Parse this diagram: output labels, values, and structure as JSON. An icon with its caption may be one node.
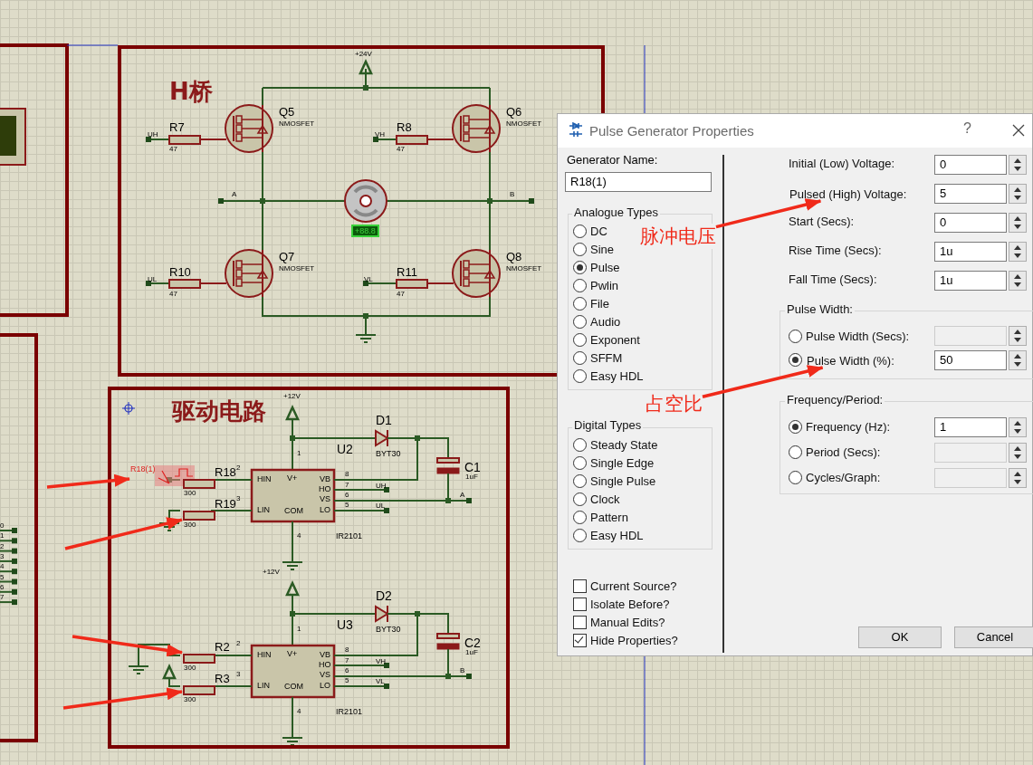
{
  "diagram": {
    "nodes": [
      {
        "text": [
          "H桥"
        ]
      },
      {
        "text": [
          "驱动电路"
        ]
      },
      {
        "text": [
          "Pulse Generator Properties"
        ]
      },
      {
        "text": [
          "R18(1)"
        ],
        "in": 1
      },
      {
        "text": [
          "R18",
          "300"
        ],
        "in": 1
      },
      {
        "text": [
          "R19",
          "300"
        ],
        "in": 1
      },
      {
        "text": [
          "R2",
          "300"
        ],
        "in": 1
      },
      {
        "text": [
          "R3",
          "300"
        ],
        "in": 1
      },
      {
        "text": [
          "Pulsed (High) Voltage:"
        ],
        "in": 2
      },
      {
        "text": [
          "Pulse Width (%):"
        ],
        "in": 2
      },
      {
        "text": [
          "脉冲电压"
        ],
        "in": 2
      },
      {
        "text": [
          "占空比"
        ],
        "in": 2
      }
    ],
    "edges": [
      {
        "from": null,
        "to": 3,
        "arrow": "to"
      },
      {
        "from": null,
        "to": 5,
        "arrow": "to"
      },
      {
        "from": null,
        "to": 6,
        "arrow": "to"
      },
      {
        "from": null,
        "to": 7,
        "arrow": "to"
      },
      {
        "from": 10,
        "to": 8,
        "arrow": "to"
      },
      {
        "from": 11,
        "to": 9,
        "arrow": "to"
      }
    ],
    "labels": [
      "+24V",
      "Q5",
      "NMOSFET",
      "R7",
      "UH",
      "47",
      "Q6",
      "NMOSFET",
      "R8",
      "VH",
      "47",
      "A",
      "B",
      "+88.8",
      "Q7",
      "NMOSFET",
      "R10",
      "UL",
      "47",
      "Q8",
      "NMOSFET",
      "R11",
      "VL",
      "47",
      "+12V",
      "D1",
      "1",
      "U2",
      "BYT30",
      "C1",
      "1uF",
      "2",
      "HIN",
      "V+",
      "VB",
      "8",
      "HO",
      "7",
      "UH",
      "3",
      "LIN",
      "COM",
      "VS",
      "6",
      "A",
      "LO",
      "5",
      "UL",
      "4",
      "IR2101",
      "+12V",
      "D2",
      "1",
      "U3",
      "BYT30",
      "C2",
      "1uF",
      "2",
      "HIN",
      "V+",
      "VB",
      "8",
      "HO",
      "7",
      "VH",
      "3",
      "LIN",
      "COM",
      "VS",
      "6",
      "B",
      "LO",
      "5",
      "VL",
      "4",
      "IR2101",
      "0",
      "1",
      "2",
      "3",
      "4",
      "5",
      "6",
      "7",
      "?",
      "Generator Name:",
      "R18(1)",
      "Analogue Types",
      "DC",
      "Sine",
      "Pulse",
      "Pwlin",
      "File",
      "Audio",
      "Exponent",
      "SFFM",
      "Easy HDL",
      "Digital Types",
      "Steady State",
      "Single Edge",
      "Single Pulse",
      "Clock",
      "Pattern",
      "Easy HDL",
      "Current Source?",
      "Isolate Before?",
      "Manual Edits?",
      "Hide Properties?",
      "Initial (Low) Voltage:",
      "0",
      "5",
      "Start (Secs):",
      "0",
      "Rise Time (Secs):",
      "1u",
      "Fall Time (Secs):",
      "1u",
      "Pulse Width:",
      "Pulse Width (Secs):",
      "50",
      "Frequency/Period:",
      "Frequency (Hz):",
      "1",
      "Period (Secs):",
      "Cycles/Graph:",
      "OK",
      "Cancel"
    ]
  }
}
